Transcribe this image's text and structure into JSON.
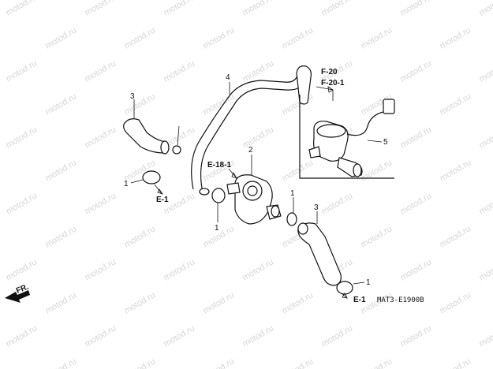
{
  "watermark": {
    "text": "motod.ru"
  },
  "callouts": {
    "part_3_left": "3",
    "part_4": "4",
    "part_1_left": "1",
    "ref_e1_left": "E-1",
    "ref_e18_1": "E-18-1",
    "part_2": "2",
    "part_1_center": "1",
    "ref_f20": "F-20",
    "ref_f20_1": "F-20-1",
    "part_5": "5",
    "part_1_right_upper": "1",
    "part_3_right": "3",
    "part_1_right_lower": "1",
    "ref_e1_right": "E-1",
    "front_marker": "FR."
  },
  "diagram_code": "MAT3-E1900B",
  "colors": {
    "line": "#111111",
    "watermark": "#d6d6d6",
    "background": "#ffffff"
  },
  "icons": {
    "front_direction": "front-arrow-icon"
  }
}
